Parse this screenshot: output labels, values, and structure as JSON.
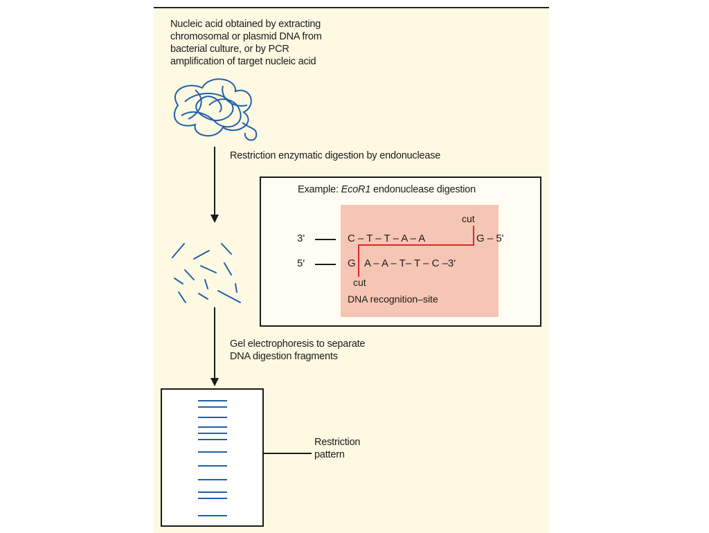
{
  "intro_text": [
    "Nucleic acid obtained by extracting",
    "chromosomal or plasmid DNA from",
    "bacterial culture, or by PCR",
    "amplification of target nucleic acid"
  ],
  "step_digestion": "Restriction enzymatic digestion by endonuclease",
  "example": {
    "title_prefix": "Example: ",
    "title_enzyme": "EcoR1",
    "title_suffix": " endonuclease digestion",
    "top_strand_end_left": "3'",
    "top_strand_bases": "C – T – T – A – A",
    "top_strand_after_cut": "G – 5'",
    "bottom_strand_end_left": "5'",
    "bottom_strand_before_cut": "G",
    "bottom_strand_bases": "A – A – T– T – C –3'",
    "cut_label_top": "cut",
    "cut_label_bottom": "cut",
    "site_label": "DNA recognition–site"
  },
  "step_electrophoresis": [
    "Gel electrophoresis to separate",
    "DNA digestion fragments"
  ],
  "restriction_label": [
    "Restriction",
    "pattern"
  ],
  "colors": {
    "panel_bg": "#fdf9e3",
    "dna_blue": "#1f5fa8",
    "site_pink": "#f6c6b4",
    "cut_red": "#d9262c",
    "line_dark": "#1a1a1a"
  },
  "icons": {
    "dna_coil": "dna-coil-icon",
    "fragments": "dna-fragments-icon"
  }
}
